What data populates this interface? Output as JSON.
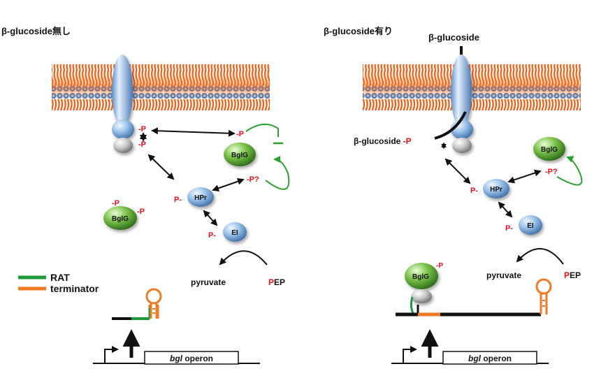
{
  "panels": {
    "left": {
      "title": "β-glucoside無し",
      "p_label": "P",
      "bglg_label": "BglG",
      "hpr_label": "HPr",
      "ei_label": "EI",
      "p_question": "-P?",
      "pyruvate": "pyruvate",
      "pep_p": "P",
      "pep_rest": "EP",
      "bgl_operon_italic": "bgl",
      "bgl_operon_rest": " operon"
    },
    "right": {
      "title": "β-glucoside有り",
      "substrate_label": "β-glucoside",
      "substrate_p_prefix": "β-glucoside ",
      "p_label": "P",
      "bglg_label": "BglG",
      "hpr_label": "HPr",
      "ei_label": "EI",
      "p_question": "-P?",
      "pyruvate": "pyruvate",
      "pep_p": "P",
      "pep_rest": "EP",
      "bgl_operon_italic": "bgl",
      "bgl_operon_rest": " operon"
    }
  },
  "legend": {
    "rat_label": "RAT",
    "terminator_label": "terminator"
  },
  "colors": {
    "rat": "#1e9a3a",
    "terminator": "#f07a22",
    "phosphate": "#e8101a",
    "membrane_head": "#3a7fd0",
    "membrane_tail": "#f05a10",
    "feedback_arrow": "#2aa12a"
  }
}
